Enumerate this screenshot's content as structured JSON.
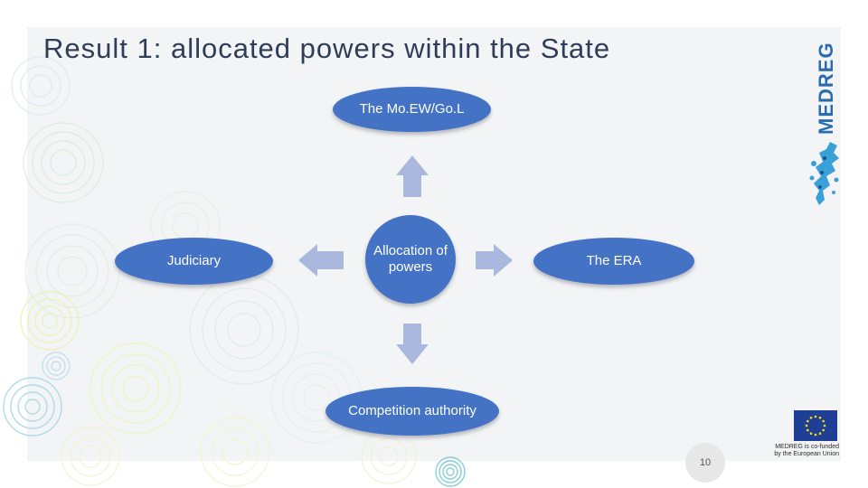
{
  "slide": {
    "title": "Result 1: allocated powers within the State",
    "page_number": "10"
  },
  "diagram": {
    "center": "Allocation of powers",
    "nodes": {
      "top": "The Mo.EW/Go.L",
      "left": "Judiciary",
      "right": "The ERA",
      "bottom": "Competition authority"
    }
  },
  "branding": {
    "logo": "MEDREG",
    "eu_caption": "MEDREG is co-funded by the European Union"
  },
  "colors": {
    "node_fill": "#4472c4",
    "arrow_fill": "#a9b8dc",
    "title": "#2f3d59",
    "logo_blue": "#2a6cb0",
    "eu_blue": "#1f3f97",
    "eu_star": "#ffdd00"
  },
  "icons": [
    "arrow-up-icon",
    "arrow-left-icon",
    "arrow-right-icon",
    "arrow-down-icon",
    "eu-flag-icon",
    "medreg-map-icon"
  ]
}
